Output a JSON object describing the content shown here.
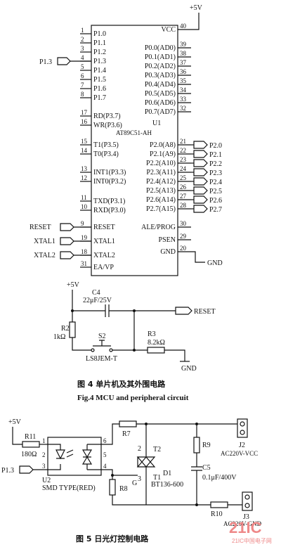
{
  "fig4": {
    "vcc_top": "+5V",
    "chip_name": "U1",
    "chip_part": "AT89C51-AH",
    "left_pins": [
      {
        "num": "1",
        "name": "P1.0"
      },
      {
        "num": "2",
        "name": "P1.1"
      },
      {
        "num": "3",
        "name": "P1.2"
      },
      {
        "num": "4",
        "name": "P1.3"
      },
      {
        "num": "5",
        "name": "P1.4"
      },
      {
        "num": "6",
        "name": "P1.5"
      },
      {
        "num": "7",
        "name": "P1.6"
      },
      {
        "num": "8",
        "name": "P1.7"
      },
      {
        "num": "17",
        "name": "RD(P3.7)"
      },
      {
        "num": "16",
        "name": "WR(P3.6)"
      },
      {
        "num": "15",
        "name": "T1(P3.5)"
      },
      {
        "num": "14",
        "name": "T0(P3.4)"
      },
      {
        "num": "13",
        "name": "INT1(P3.3)"
      },
      {
        "num": "12",
        "name": "INT0(P3.2)"
      },
      {
        "num": "11",
        "name": "TXD(P3.1)"
      },
      {
        "num": "10",
        "name": "RXD(P3.0)"
      },
      {
        "num": "9",
        "name": "RESET"
      },
      {
        "num": "19",
        "name": "XTAL1"
      },
      {
        "num": "18",
        "name": "XTAL2"
      },
      {
        "num": "31",
        "name": "EA/VP"
      }
    ],
    "right_pins": [
      {
        "num": "40",
        "name": "VCC"
      },
      {
        "num": "39",
        "name": "P0.0(AD0)"
      },
      {
        "num": "38",
        "name": "P0.1(AD1)"
      },
      {
        "num": "37",
        "name": "P0.2(AD2)"
      },
      {
        "num": "36",
        "name": "P0.3(AD3)"
      },
      {
        "num": "35",
        "name": "P0.4(AD4)"
      },
      {
        "num": "34",
        "name": "P0.5(AD5)"
      },
      {
        "num": "33",
        "name": "P0.6(AD6)"
      },
      {
        "num": "32",
        "name": "P0.7(AD7)"
      },
      {
        "num": "21",
        "name": "P2.0(A8)"
      },
      {
        "num": "22",
        "name": "P2.1(A9)"
      },
      {
        "num": "23",
        "name": "P2.2(A10)"
      },
      {
        "num": "24",
        "name": "P2.3(A11)"
      },
      {
        "num": "25",
        "name": "P2.4(A12)"
      },
      {
        "num": "26",
        "name": "P2.5(A13)"
      },
      {
        "num": "27",
        "name": "P2.6(A14)"
      },
      {
        "num": "28",
        "name": "P2.7(A15)"
      },
      {
        "num": "30",
        "name": "ALE/PROG"
      },
      {
        "num": "29",
        "name": "PSEN"
      },
      {
        "num": "20",
        "name": "GND"
      }
    ],
    "port_labels": [
      "P2.0",
      "P2.1",
      "P2.2",
      "P2.3",
      "P2.4",
      "P2.5",
      "P2.6",
      "P2.7"
    ],
    "p13_label": "P1.3",
    "reset_label": "RESET",
    "xtal1_label": "XTAL1",
    "xtal2_label": "XTAL2",
    "gnd_label": "GND",
    "reset_circuit": {
      "vcc": "+5V",
      "c4": "C4",
      "c4_value": "22μF/25V",
      "r2": "R2",
      "r2_value": "1kΩ",
      "s2": "S2",
      "s2_part": "LS8JEM-T",
      "r3": "R3",
      "r3_value": "8.2kΩ",
      "reset_out": "RESET",
      "gnd": "GND"
    },
    "caption_cn": "图 4   单片机及其外围电路",
    "caption_en": "Fig.4   MCU and peripheral circuit"
  },
  "fig5": {
    "vcc": "+5V",
    "r11": "R11",
    "r11_value": "180Ω",
    "p13": "P1.3",
    "u2": "U2",
    "u2_type": "SMD TYPE(RED)",
    "pins": [
      "1",
      "2",
      "3",
      "4",
      "5",
      "6"
    ],
    "r7": "R7",
    "r8": "R8",
    "r9": "R9",
    "r10": "R10",
    "t2": "T2",
    "t1": "T1",
    "g": "G",
    "d1": "D1",
    "d1_part": "BT136-600",
    "c5": "C5",
    "c5_value": "0.1μF/400V",
    "j2": "J2",
    "j2_label": "AC220V-VCC",
    "j3": "J3",
    "j3_label": "AC220V-GND",
    "caption_cn": "图 5   日光灯控制电路"
  },
  "watermark": {
    "logo": "21IC",
    "sub": "21IC中国电子网"
  }
}
